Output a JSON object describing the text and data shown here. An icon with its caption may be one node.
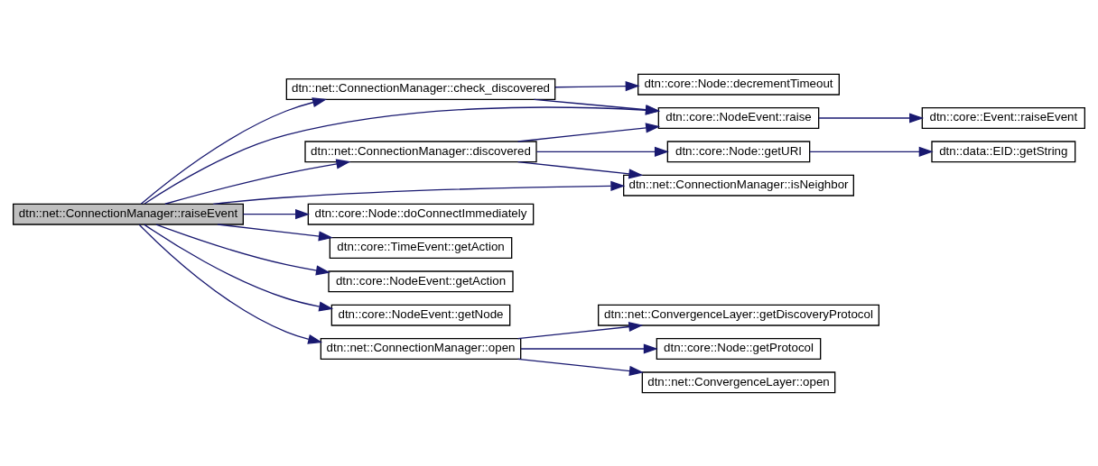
{
  "diagram": {
    "nodes": [
      {
        "text": [
          "dtn::net::ConnectionManager::raiseEvent"
        ]
      },
      {
        "text": [
          "dtn::net::ConnectionManager::check_discovered"
        ]
      },
      {
        "text": [
          "dtn::core::Node::decrementTimeout"
        ]
      },
      {
        "text": [
          "dtn::core::NodeEvent::raise"
        ]
      },
      {
        "text": [
          "dtn::core::Event::raiseEvent"
        ]
      },
      {
        "text": [
          "dtn::net::ConnectionManager::discovered"
        ]
      },
      {
        "text": [
          "dtn::core::Node::getURI"
        ]
      },
      {
        "text": [
          "dtn::data::EID::getString"
        ]
      },
      {
        "text": [
          "dtn::net::ConnectionManager::isNeighbor"
        ]
      },
      {
        "text": [
          "dtn::core::Node::doConnectImmediately"
        ]
      },
      {
        "text": [
          "dtn::core::TimeEvent::getAction"
        ]
      },
      {
        "text": [
          "dtn::core::NodeEvent::getAction"
        ]
      },
      {
        "text": [
          "dtn::core::NodeEvent::getNode"
        ]
      },
      {
        "text": [
          "dtn::net::ConnectionManager::open"
        ]
      },
      {
        "text": [
          "dtn::net::ConvergenceLayer::getDiscoveryProtocol"
        ]
      },
      {
        "text": [
          "dtn::core::Node::getProtocol"
        ]
      },
      {
        "text": [
          "dtn::net::ConvergenceLayer::open"
        ]
      }
    ],
    "edges": [
      {
        "from": 0,
        "to": 1,
        "arrow": "to"
      },
      {
        "from": 0,
        "to": 3,
        "arrow": "to"
      },
      {
        "from": 0,
        "to": 5,
        "arrow": "to"
      },
      {
        "from": 0,
        "to": 8,
        "arrow": "to"
      },
      {
        "from": 0,
        "to": 9,
        "arrow": "to"
      },
      {
        "from": 0,
        "to": 10,
        "arrow": "to"
      },
      {
        "from": 0,
        "to": 11,
        "arrow": "to"
      },
      {
        "from": 0,
        "to": 12,
        "arrow": "to"
      },
      {
        "from": 0,
        "to": 13,
        "arrow": "to"
      },
      {
        "from": 1,
        "to": 2,
        "arrow": "to"
      },
      {
        "from": 1,
        "to": 3,
        "arrow": "to"
      },
      {
        "from": 3,
        "to": 4,
        "arrow": "to"
      },
      {
        "from": 5,
        "to": 3,
        "arrow": "to"
      },
      {
        "from": 5,
        "to": 6,
        "arrow": "to"
      },
      {
        "from": 5,
        "to": 8,
        "arrow": "to"
      },
      {
        "from": 6,
        "to": 7,
        "arrow": "to"
      },
      {
        "from": 13,
        "to": 14,
        "arrow": "to"
      },
      {
        "from": 13,
        "to": 15,
        "arrow": "to"
      },
      {
        "from": 13,
        "to": 16,
        "arrow": "to"
      }
    ]
  }
}
